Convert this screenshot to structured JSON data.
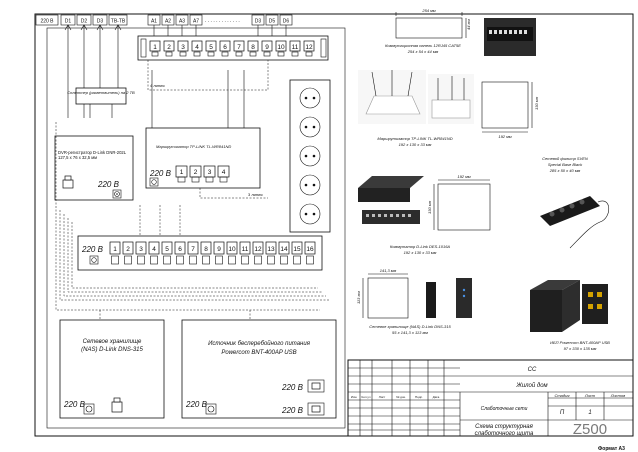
{
  "format_label": "Формат А3",
  "top_tags": [
    "220 В",
    "D1",
    "D2",
    "D3",
    "ТВ-ТВ",
    "А1",
    "А2",
    "А3",
    "А7",
    "D3",
    "D5",
    "D6"
  ],
  "patch_panel": {
    "ports": [
      "1",
      "2",
      "3",
      "4",
      "5",
      "6",
      "7",
      "8",
      "9",
      "10",
      "11",
      "12"
    ],
    "caption": "Коммутационная панель 12RJ45 CAT5E",
    "size": "254 x 54 x 44 мм",
    "dim_width": "254 мм",
    "dim_height": "44 мм"
  },
  "splitter": {
    "label": "Сплиттер (разветвитель) на 2 ТВ"
  },
  "dvr": {
    "label": "DVR-регистратор D-Link DNR-202L 127,5 x 76 x 32,5 мм",
    "voltage": "220 В"
  },
  "router": {
    "label": "Маршрутизатор TP-LINK TL-WR841ND",
    "ports": [
      "1",
      "2",
      "3",
      "4"
    ],
    "voltage": "220 В",
    "cable_top": "4 линия",
    "cable_bottom": "3 линия",
    "caption": "Маршрутизатор TP-LINK TL-WR841ND",
    "size": "192 x 130 x 33 мм",
    "dim_width": "192 мм",
    "dim_height": "130 мм"
  },
  "switch": {
    "ports": [
      "1",
      "2",
      "3",
      "4",
      "5",
      "6",
      "7",
      "8",
      "9",
      "10",
      "11",
      "12",
      "13",
      "14",
      "15",
      "16"
    ],
    "voltage": "220 В",
    "caption": "Коммутатор D-Link DES-1016A",
    "size": "192 x 130 x 33 мм",
    "dim_width": "192 мм",
    "dim_height": "130 мм"
  },
  "surge": {
    "caption_line1": "Сетевой фильтр SVEN",
    "caption_line2": "Special Base Black",
    "size": "285 x 50 x 40 мм"
  },
  "nas": {
    "label_line1": "Сетевое хранилище",
    "label_line2": "(NAS) D-Link DNS-315",
    "voltage": "220 В",
    "caption": "Сетевое хранилище (NAS) D-Link DNS-315",
    "size": "55 x 141,3 x 113 мм",
    "dim_width": "141,3 мм",
    "dim_height": "113 мм"
  },
  "ups": {
    "label_line1": "Источник бесперебойного питания",
    "label_line2": "Powercom BNT-400AP USB",
    "voltage_label": "220 В",
    "voltage_1": "220 В",
    "voltage_2": "220 В",
    "caption": "ИБП Powercom BNT-400AP USB",
    "size": "97 x 330 x 135 мм"
  },
  "title_block": {
    "code": "СС",
    "object": "Жилой дом",
    "subject": "Слаботочные сети",
    "sheet_title_line1": "Схема структурная",
    "sheet_title_line2": "слаботочного щита",
    "stage_header": "Стадия",
    "sheet_header": "Лист",
    "sheets_header": "Листов",
    "stage": "П",
    "sheet": "1",
    "brand": "Z500",
    "col_headers": [
      "Изм.",
      "Кол.уч",
      "Лист",
      "№ док.",
      "Подп.",
      "Дата"
    ]
  }
}
